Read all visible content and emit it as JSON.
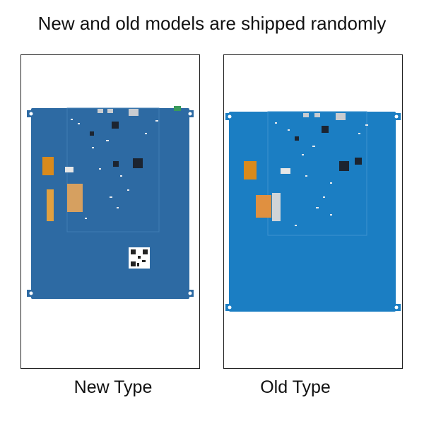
{
  "title": "New and old models are shipped randomly",
  "panels": [
    {
      "label": "New Type",
      "board_color": "#2d6aa3"
    },
    {
      "label": "Old Type",
      "board_color": "#1b7ec3"
    }
  ]
}
